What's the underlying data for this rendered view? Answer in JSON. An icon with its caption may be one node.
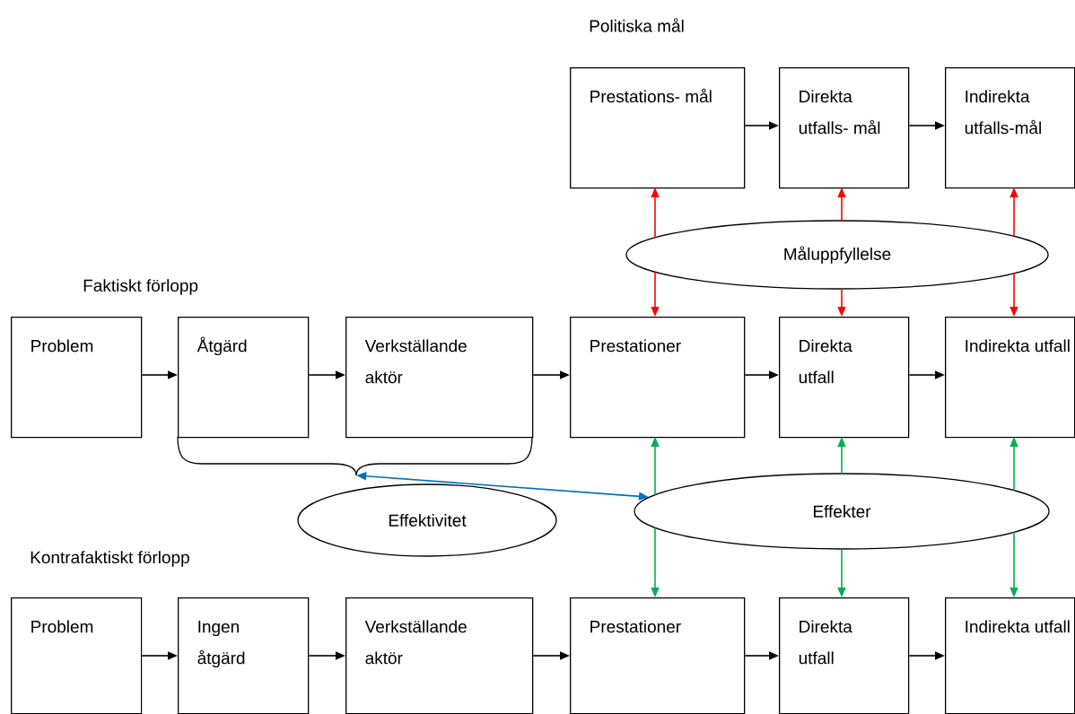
{
  "diagram": {
    "nodes": [
      {
        "text": [
          "Prestations- mål"
        ]
      },
      {
        "text": [
          "Direkta utfalls- mål"
        ]
      },
      {
        "text": [
          "Indirekta utfalls-mål"
        ]
      },
      {
        "text": [
          "Måluppfyllelse"
        ]
      },
      {
        "text": [
          "Problem"
        ]
      },
      {
        "text": [
          "Åtgärd"
        ]
      },
      {
        "text": [
          "Verkställande aktör"
        ]
      },
      {
        "text": [
          "Prestationer"
        ]
      },
      {
        "text": [
          "Direkta utfall"
        ]
      },
      {
        "text": [
          "Indirekta utfall"
        ]
      },
      {
        "text": [],
        "shape": "brace"
      },
      {
        "text": [
          "Effektivitet"
        ]
      },
      {
        "text": [
          "Effekter"
        ]
      },
      {
        "text": [
          "Problem"
        ]
      },
      {
        "text": [
          "Ingen åtgärd"
        ]
      },
      {
        "text": [
          "Verkställande aktör"
        ]
      },
      {
        "text": [
          "Prestationer"
        ]
      },
      {
        "text": [
          "Direkta utfall"
        ]
      },
      {
        "text": [
          "Indirekta utfall"
        ]
      }
    ],
    "edges": [
      {
        "from": 0,
        "to": 1,
        "arrow": "to"
      },
      {
        "from": 1,
        "to": 2,
        "arrow": "to"
      },
      {
        "from": 3,
        "to": 0,
        "arrow": "to",
        "color": "#ff0000"
      },
      {
        "from": 3,
        "to": 1,
        "arrow": "to",
        "color": "#ff0000"
      },
      {
        "from": 3,
        "to": 2,
        "arrow": "to",
        "color": "#ff0000"
      },
      {
        "from": 3,
        "to": 7,
        "arrow": "to",
        "color": "#ff0000"
      },
      {
        "from": 3,
        "to": 8,
        "arrow": "to",
        "color": "#ff0000"
      },
      {
        "from": 3,
        "to": 9,
        "arrow": "to",
        "color": "#ff0000"
      },
      {
        "from": 4,
        "to": 5,
        "arrow": "to"
      },
      {
        "from": 5,
        "to": 6,
        "arrow": "to"
      },
      {
        "from": 6,
        "to": 7,
        "arrow": "to"
      },
      {
        "from": 7,
        "to": 8,
        "arrow": "to"
      },
      {
        "from": 8,
        "to": 9,
        "arrow": "to"
      },
      {
        "from": 10,
        "to": 12,
        "arrow": "both",
        "color": "#0070c0"
      },
      {
        "from": 12,
        "to": 7,
        "arrow": "to",
        "color": "#00b050"
      },
      {
        "from": 12,
        "to": 8,
        "arrow": "to",
        "color": "#00b050"
      },
      {
        "from": 12,
        "to": 9,
        "arrow": "to",
        "color": "#00b050"
      },
      {
        "from": 12,
        "to": 16,
        "arrow": "to",
        "color": "#00b050"
      },
      {
        "from": 12,
        "to": 17,
        "arrow": "to",
        "color": "#00b050"
      },
      {
        "from": 12,
        "to": 18,
        "arrow": "to",
        "color": "#00b050"
      },
      {
        "from": 13,
        "to": 14,
        "arrow": "to"
      },
      {
        "from": 14,
        "to": 15,
        "arrow": "to"
      },
      {
        "from": 15,
        "to": 16,
        "arrow": "to"
      },
      {
        "from": 16,
        "to": 17,
        "arrow": "to"
      },
      {
        "from": 17,
        "to": 18,
        "arrow": "to"
      }
    ],
    "labels": [
      "Politiska mål",
      "Faktiskt förlopp",
      "Kontrafaktiskt förlopp"
    ]
  }
}
